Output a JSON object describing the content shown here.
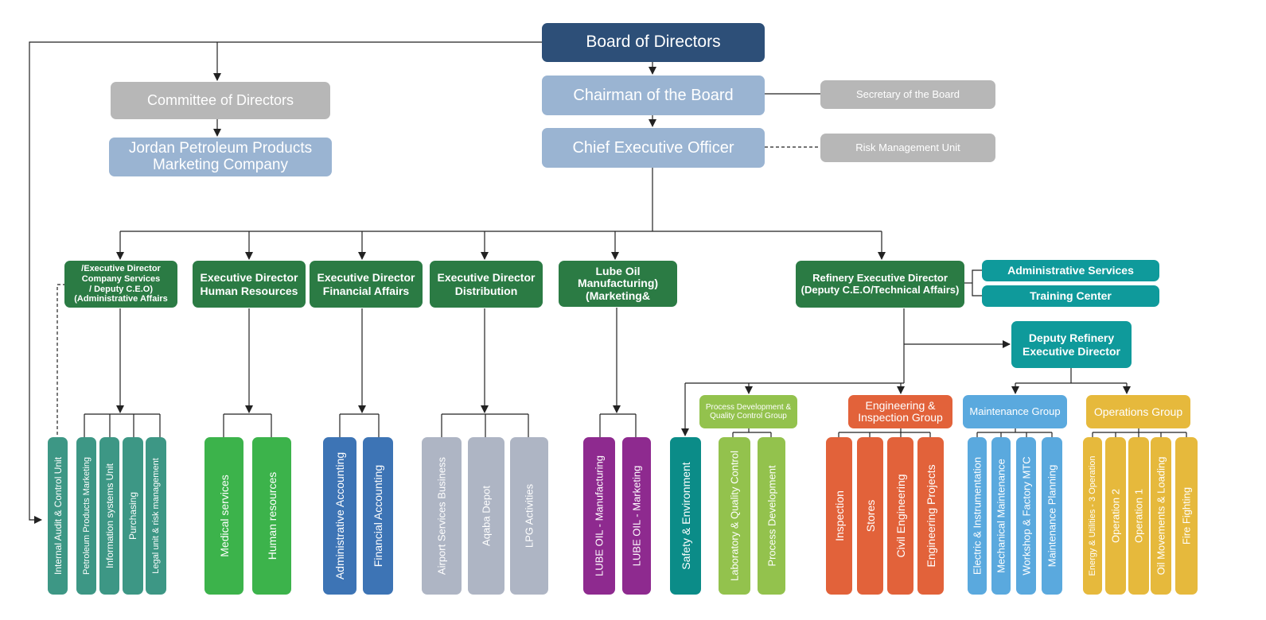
{
  "top": {
    "board": "Board of Directors",
    "chairman": "Chairman of the Board",
    "ceo": "Chief Executive Officer",
    "committee": "Committee of Directors",
    "jordan_line1": "Jordan Petroleum Products",
    "jordan_line2": "Marketing Company",
    "secretary": "Secretary of the Board",
    "risk": "Risk Management Unit"
  },
  "directors": {
    "company_services": [
      "/Executive Director",
      "Company Services",
      "/ Deputy C.E.O)",
      "(Administrative Affairs"
    ],
    "human_resources": [
      "Executive Director",
      "Human Resources"
    ],
    "financial_affairs": [
      "Executive Director",
      "Financial Affairs"
    ],
    "distribution": [
      "Executive Director",
      "Distribution"
    ],
    "lube_oil": [
      "Lube Oil",
      "Manufacturing)",
      "(Marketing&"
    ],
    "refinery": [
      "Refinery Executive Director",
      "(Deputy C.E.O/Technical Affairs)"
    ]
  },
  "side": {
    "admin_services": "Administrative Services",
    "training_center": "Training Center",
    "deputy_refinery": [
      "Deputy Refinery",
      "Executive Director"
    ]
  },
  "groups": {
    "process_dev": [
      "Process Development &",
      "Quality Control Group"
    ],
    "engineering": [
      "Engineering &",
      "Inspection Group"
    ],
    "maintenance": "Maintenance Group",
    "operations": "Operations Group"
  },
  "units": {
    "internal_audit": "Internal Audit & Control Unit",
    "petroleum_marketing": "Petroleum Products Marketing",
    "information_systems": "Information systems Unit",
    "purchasing": "Purchasing",
    "legal": "Legal unit & risk management",
    "medical": "Medical services",
    "human_resources": "Human resources",
    "admin_accounting": "Administrative Accounting",
    "financial_accounting": "Financial Accounting",
    "airport": "Airport Services Business",
    "aqaba": "Aqaba Depot",
    "lpg": "LPG Activities",
    "lube_manufacturing": "LUBE OIL - Manufacturing",
    "lube_marketing": "LUBE OIL - Marketing",
    "safety": "Safety & Environment",
    "laboratory": "Laboratory & Quality Control",
    "process_development": "Process Development",
    "inspection": "Inspection",
    "stores": "Stores",
    "civil": "Civil Engineering",
    "eng_projects": "Engineering Projects",
    "electric": "Electric & Instrumentation",
    "mechanical": "Mechanical Maintenance",
    "workshop": "Workshop & Factory MTC",
    "maint_planning": "Maintenance Planning",
    "energy": "Energy & Utilities - 3 Operation",
    "operation2": "Operation 2",
    "operation1": "Operation 1",
    "oil_movements": "Oil Movements & Loading",
    "fire": "Fire Fighting"
  }
}
